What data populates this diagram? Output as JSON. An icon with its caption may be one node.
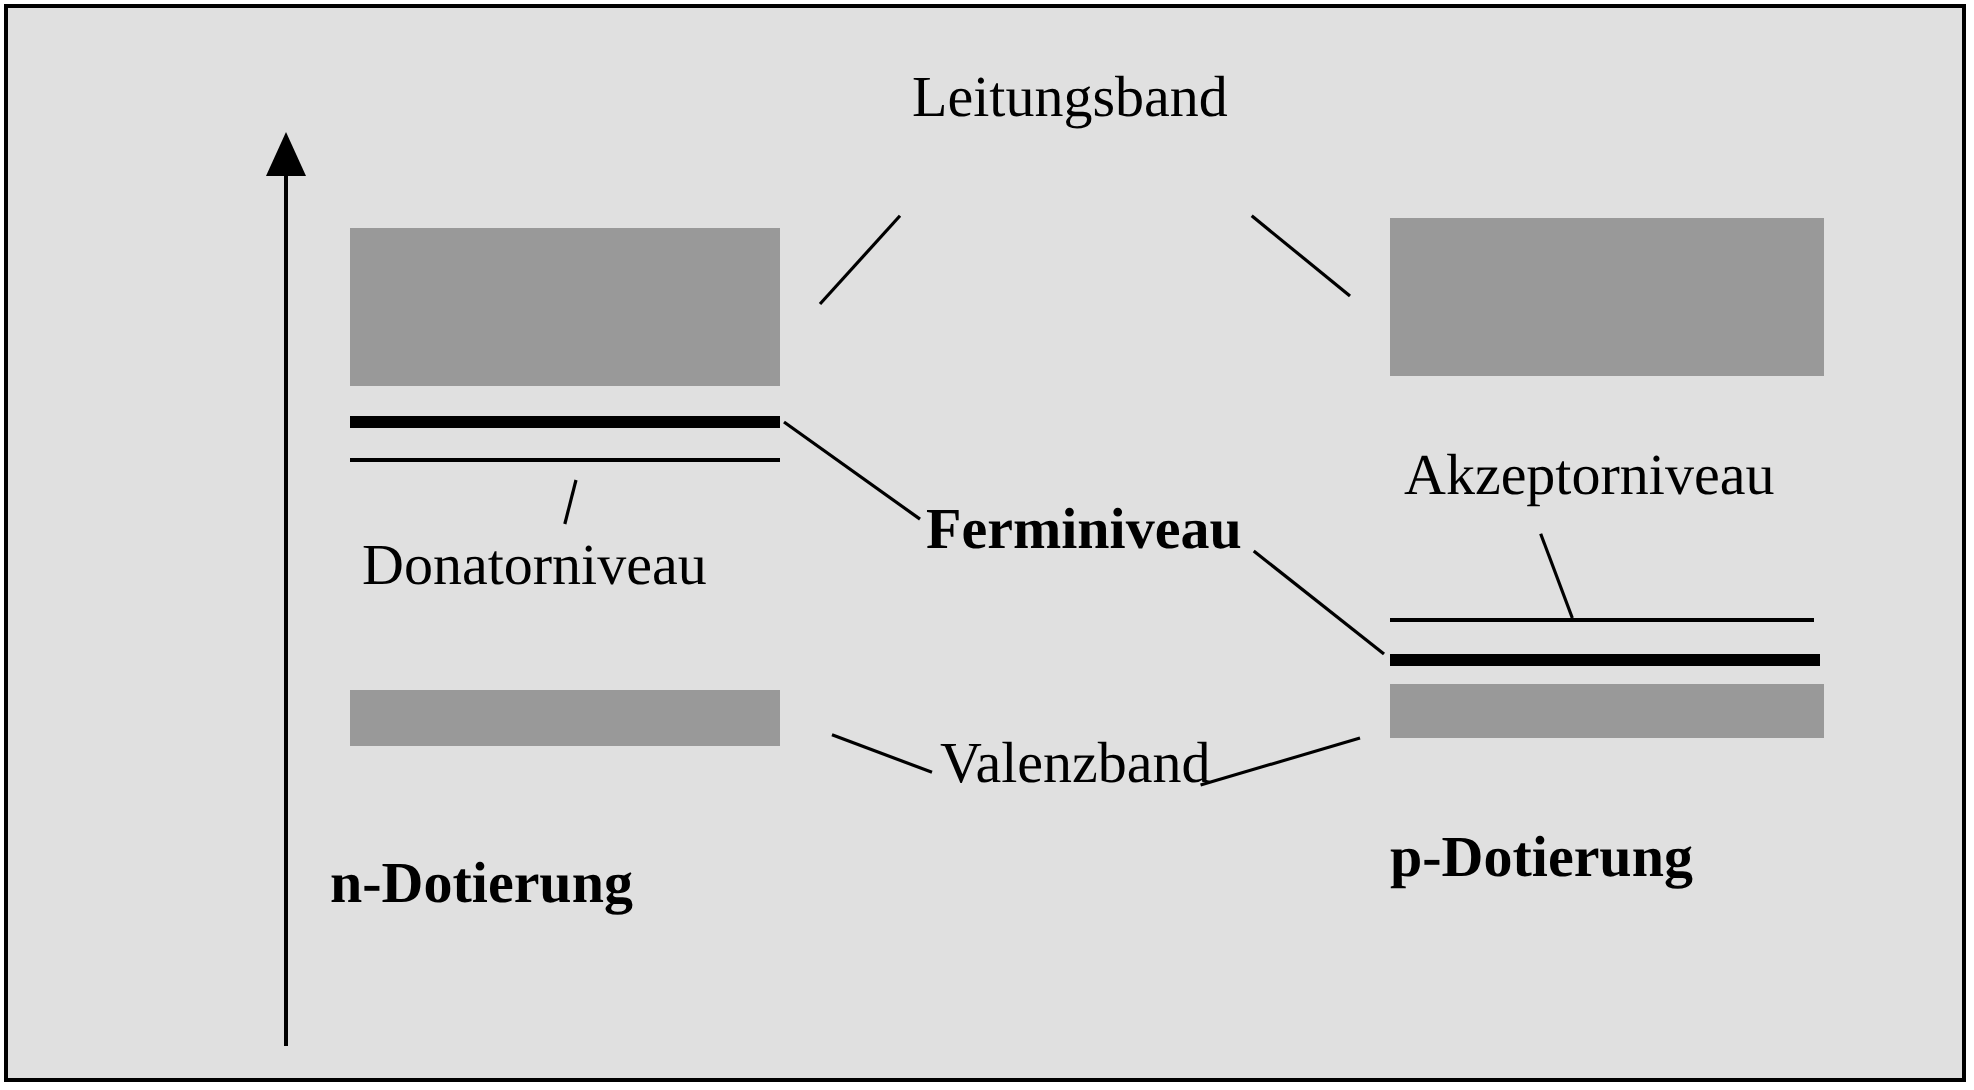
{
  "diagram": {
    "nodes": [
      {
        "text": [
          "Leitungsband"
        ]
      },
      {
        "text": [
          "Ferminiveau"
        ]
      },
      {
        "text": [
          "Donatorniveau"
        ]
      },
      {
        "text": [
          "Akzeptorniveau"
        ]
      },
      {
        "text": [
          "Valenzband"
        ]
      },
      {
        "text": [],
        "shape": "bar"
      },
      {
        "text": [],
        "shape": "line"
      },
      {
        "text": [],
        "shape": "line"
      },
      {
        "text": [],
        "shape": "bar"
      },
      {
        "text": [],
        "shape": "bar"
      },
      {
        "text": [],
        "shape": "line"
      },
      {
        "text": [],
        "shape": "line"
      },
      {
        "text": [],
        "shape": "bar"
      }
    ],
    "edges": [
      {
        "from": 0,
        "to": 5,
        "arrow": "none"
      },
      {
        "from": 0,
        "to": 9,
        "arrow": "none"
      },
      {
        "from": 1,
        "to": 6,
        "arrow": "none"
      },
      {
        "from": 1,
        "to": 11,
        "arrow": "none"
      },
      {
        "from": 2,
        "to": 7,
        "arrow": "none"
      },
      {
        "from": 3,
        "to": 10,
        "arrow": "none"
      },
      {
        "from": 4,
        "to": 8,
        "arrow": "none"
      },
      {
        "from": 4,
        "to": 12,
        "arrow": "none"
      }
    ],
    "labels": [
      "n-Dotierung",
      "p-Dotierung"
    ]
  }
}
